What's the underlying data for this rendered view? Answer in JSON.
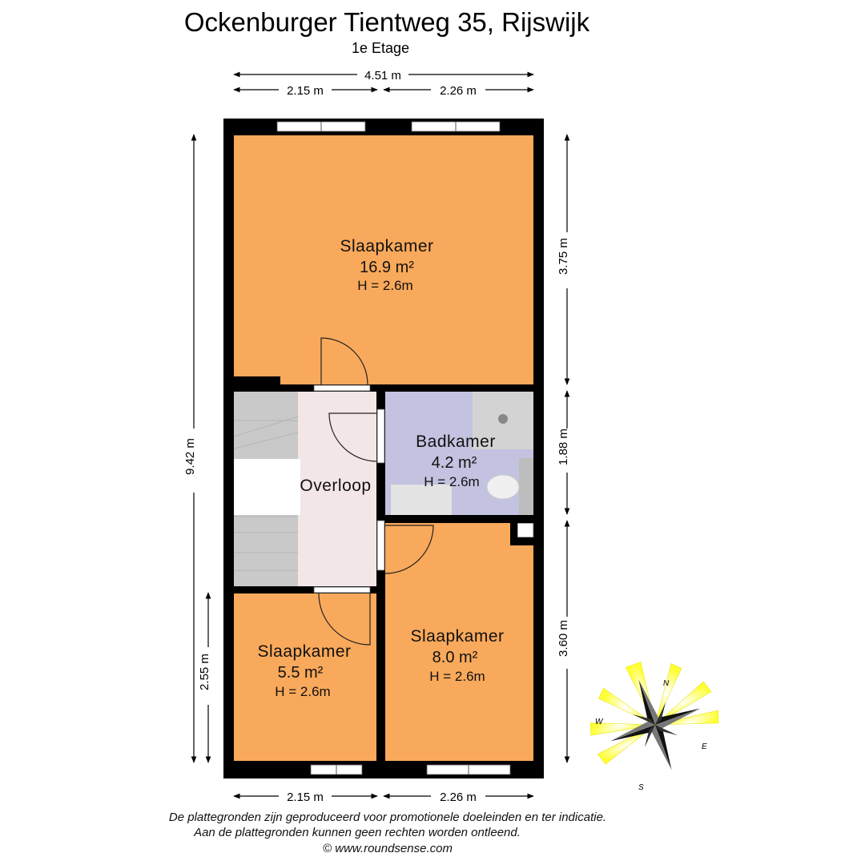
{
  "header": {
    "title": "Ockenburger Tientweg 35, Rijswijk",
    "subtitle": "1e Etage"
  },
  "dimensions": {
    "total_width": "4.51 m",
    "top_left": "2.15 m",
    "top_right": "2.26 m",
    "bottom_left": "2.15 m",
    "bottom_right": "2.26 m",
    "total_height": "9.42 m",
    "left_lower": "2.55 m",
    "right_top": "3.75 m",
    "right_middle": "1.88 m",
    "right_bottom": "3.60 m"
  },
  "rooms": {
    "master": {
      "name": "Slaapkamer",
      "area": "16.9 m²",
      "height": "H = 2.6m",
      "color": "#F9A95B"
    },
    "bath": {
      "name": "Badkamer",
      "area": "4.2 m²",
      "height": "H = 2.6m",
      "color": "#C3C2E0"
    },
    "landing": {
      "name": "Overloop",
      "color": "#F3E6E6"
    },
    "small": {
      "name": "Slaapkamer",
      "area": "5.5 m²",
      "height": "H = 2.6m",
      "color": "#F9A95B"
    },
    "medium": {
      "name": "Slaapkamer",
      "area": "8.0 m²",
      "height": "H = 2.6m",
      "color": "#F9A95B"
    }
  },
  "compass": {
    "n": "N",
    "e": "E",
    "s": "S",
    "w": "W"
  },
  "footer": {
    "line1": "De plattegronden zijn geproduceerd voor promotionele doeleinden en ter indicatie.",
    "line2": "Aan de plattegronden kunnen geen rechten worden ontleend.",
    "line3": "© www.roundsense.com"
  }
}
